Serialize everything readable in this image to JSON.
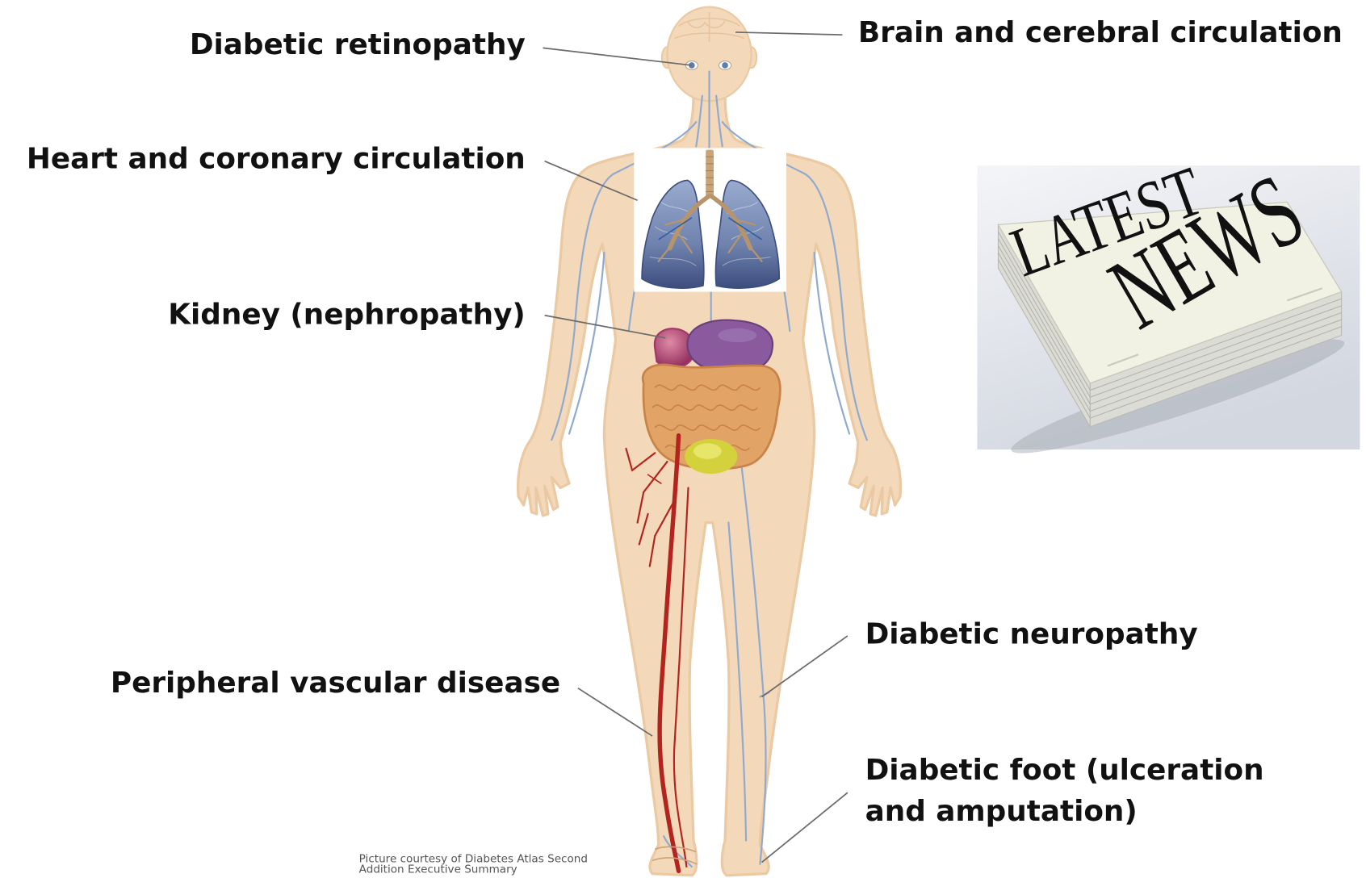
{
  "figure": {
    "labels": {
      "retinopathy": "Diabetic retinopathy",
      "brain": "Brain and cerebral circulation",
      "heart": "Heart and coronary circulation",
      "kidney": "Kidney (nephropathy)",
      "peripheral_vascular": "Peripheral vascular disease",
      "neuropathy": "Diabetic neuropathy",
      "foot_line1": "Diabetic foot (ulceration",
      "foot_line2": "and amputation)"
    },
    "caption": {
      "line1": "Picture courtesy of Diabetes Atlas Second",
      "line2": "Addition Executive Summary"
    }
  },
  "newspaper": {
    "headline_line1": "LATEST",
    "headline_line2": "NEWS"
  },
  "colors": {
    "background": "#ffffff",
    "label_text": "#111111",
    "leader_line": "#6b6b6b",
    "skin": "#f3d9b9",
    "skin_edge": "#ebc9a2",
    "vein": "#8fa9cf",
    "artery": "#b3241e",
    "kidney": "#a33668",
    "stomach": "#8b5a9e",
    "intestines": "#e2a366",
    "intestine_edge": "#c98248",
    "bladder": "#d4d23c",
    "trachea": "#c9a47a",
    "paper": "#f1f1e4",
    "paper_stack": "#dcdcd6"
  }
}
